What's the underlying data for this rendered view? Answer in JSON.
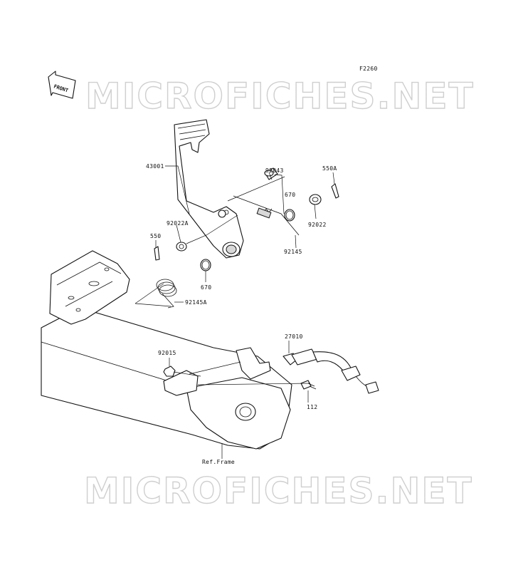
{
  "figure_code": "F2260",
  "front_label": "FRONT",
  "watermark_text": "MICROFICHES.NET",
  "watermark_color": "#cfcfcf",
  "callouts": {
    "brake_pedal": "43001",
    "pin": "92043",
    "cotter_pin_a": "550A",
    "o_ring_upper": "670",
    "washer_upper": "92022",
    "washer_lower": "92022A",
    "cotter_pin": "550",
    "spring": "92145",
    "o_ring_lower": "670",
    "spring_a": "92145A",
    "switch": "27010",
    "nut": "92015",
    "bolt": "112",
    "ref_frame": "Ref.Frame"
  }
}
